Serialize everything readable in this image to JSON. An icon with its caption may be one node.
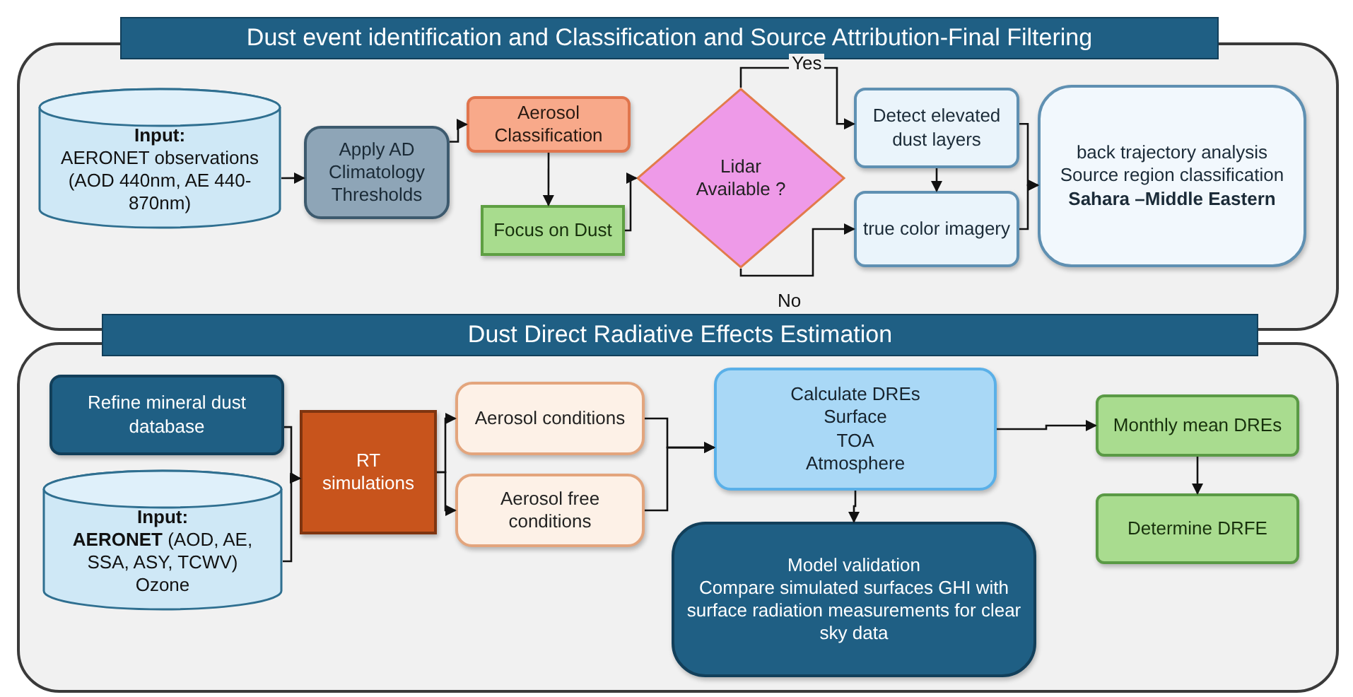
{
  "diagram": {
    "nodes": [
      {
        "text": [
          "Dust event identification and Classification and Source Attribution-Final Filtering"
        ]
      },
      {
        "text": [
          "Input:",
          "AERONET observations (AOD 440nm, AE 440-870nm)"
        ],
        "in": 0
      },
      {
        "text": [
          "Apply AD Climatology Thresholds"
        ],
        "in": 0
      },
      {
        "text": [
          "Aerosol Classification"
        ],
        "in": 0
      },
      {
        "text": [
          "Focus on Dust"
        ],
        "in": 0
      },
      {
        "text": [
          "Lidar Available ?"
        ],
        "in": 0
      },
      {
        "text": [
          "Detect elevated dust layers"
        ],
        "in": 0
      },
      {
        "text": [
          "true color imagery"
        ],
        "in": 0
      },
      {
        "text": [
          "back trajectory analysis Source region classification",
          "Sahara –Middle Eastern"
        ],
        "in": 0
      },
      {
        "text": [
          "Dust Direct Radiative Effects Estimation"
        ]
      },
      {
        "text": [
          "Refine mineral dust database"
        ],
        "in": 9
      },
      {
        "text": [
          "Input:",
          "**AERONET** (AOD, AE, SSA, ASY, TCWV)",
          "Ozone"
        ],
        "in": 9
      },
      {
        "text": [
          "RT simulations"
        ],
        "in": 9
      },
      {
        "text": [
          "Aerosol conditions"
        ],
        "in": 9
      },
      {
        "text": [
          "Aerosol free conditions"
        ],
        "in": 9
      },
      {
        "text": [
          "Calculate DREs",
          "Surface",
          "TOA",
          "Atmosphere"
        ],
        "in": 9
      },
      {
        "text": [
          "Model validation",
          "Compare simulated surfaces GHI with surface radiation measurements for clear sky data"
        ],
        "in": 9
      },
      {
        "text": [
          "Monthly mean DREs"
        ],
        "in": 9
      },
      {
        "text": [
          "Determine DRFE"
        ],
        "in": 9
      }
    ],
    "edges": [
      {
        "from": 1,
        "to": 2,
        "arrow": "to"
      },
      {
        "from": 2,
        "to": 3,
        "arrow": "to"
      },
      {
        "from": 3,
        "to": 4,
        "arrow": "to"
      },
      {
        "from": 4,
        "to": 5,
        "arrow": "to"
      },
      {
        "from": 5,
        "to": 6,
        "arrow": "to",
        "label": "Yes"
      },
      {
        "from": 5,
        "to": 7,
        "arrow": "to",
        "label": "No"
      },
      {
        "from": 6,
        "to": 7,
        "arrow": "to"
      },
      {
        "from": 6,
        "to": 8,
        "arrow": "to"
      },
      {
        "from": 7,
        "to": 8,
        "arrow": "to"
      },
      {
        "from": 10,
        "to": 12,
        "arrow": "to"
      },
      {
        "from": 11,
        "to": 12,
        "arrow": "to"
      },
      {
        "from": 12,
        "to": 13,
        "arrow": "to"
      },
      {
        "from": 12,
        "to": 14,
        "arrow": "to"
      },
      {
        "from": 13,
        "to": 15,
        "arrow": "to"
      },
      {
        "from": 14,
        "to": 15,
        "arrow": "to"
      },
      {
        "from": 15,
        "to": 16,
        "arrow": "to"
      },
      {
        "from": 15,
        "to": 17,
        "arrow": "to"
      },
      {
        "from": 17,
        "to": 18,
        "arrow": "to"
      }
    ]
  }
}
